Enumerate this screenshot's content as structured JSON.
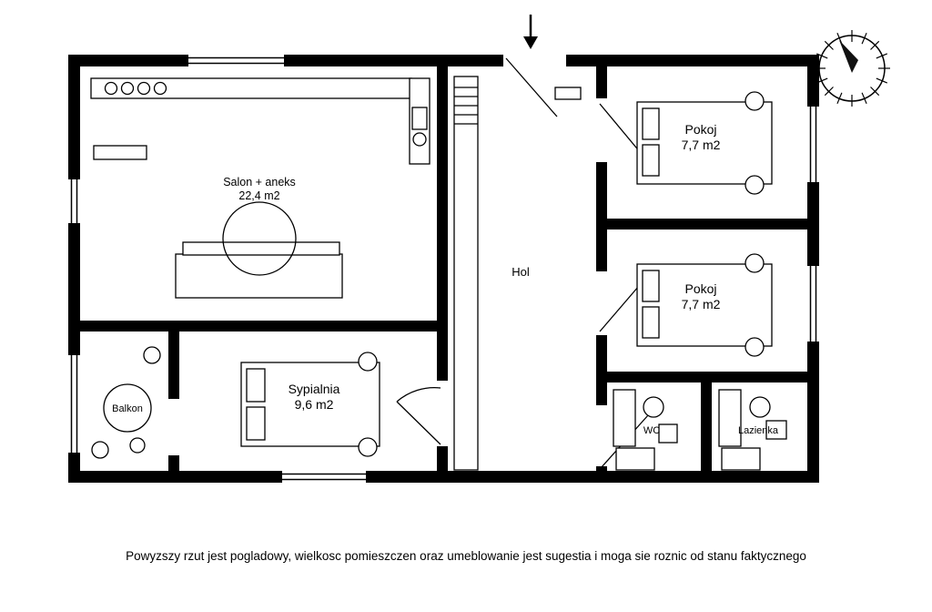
{
  "plan": {
    "rooms": {
      "salon": {
        "name": "Salon + aneks",
        "area": "22,4 m2"
      },
      "hol": {
        "name": "Hol"
      },
      "sypialnia": {
        "name": "Sypialnia",
        "area": "9,6 m2"
      },
      "balkon": {
        "name": "Balkon"
      },
      "pokoj_gorny": {
        "name": "Pokoj",
        "area": "7,7 m2"
      },
      "pokoj_dolny": {
        "name": "Pokoj",
        "area": "7,7 m2"
      },
      "wc": {
        "name": "WC"
      },
      "lazienka": {
        "name": "Lazienka"
      }
    },
    "icons": {
      "compass": "compass-rose",
      "entrance_arrow": "entrance-direction-arrow"
    },
    "colors": {
      "wall": "#000000",
      "line": "#000000",
      "background": "#ffffff"
    }
  },
  "footer": {
    "caption": "Powyzszy rzut jest pogladowy, wielkosc pomieszczen oraz umeblowanie jest sugestia i moga sie roznic od stanu faktycznego"
  }
}
